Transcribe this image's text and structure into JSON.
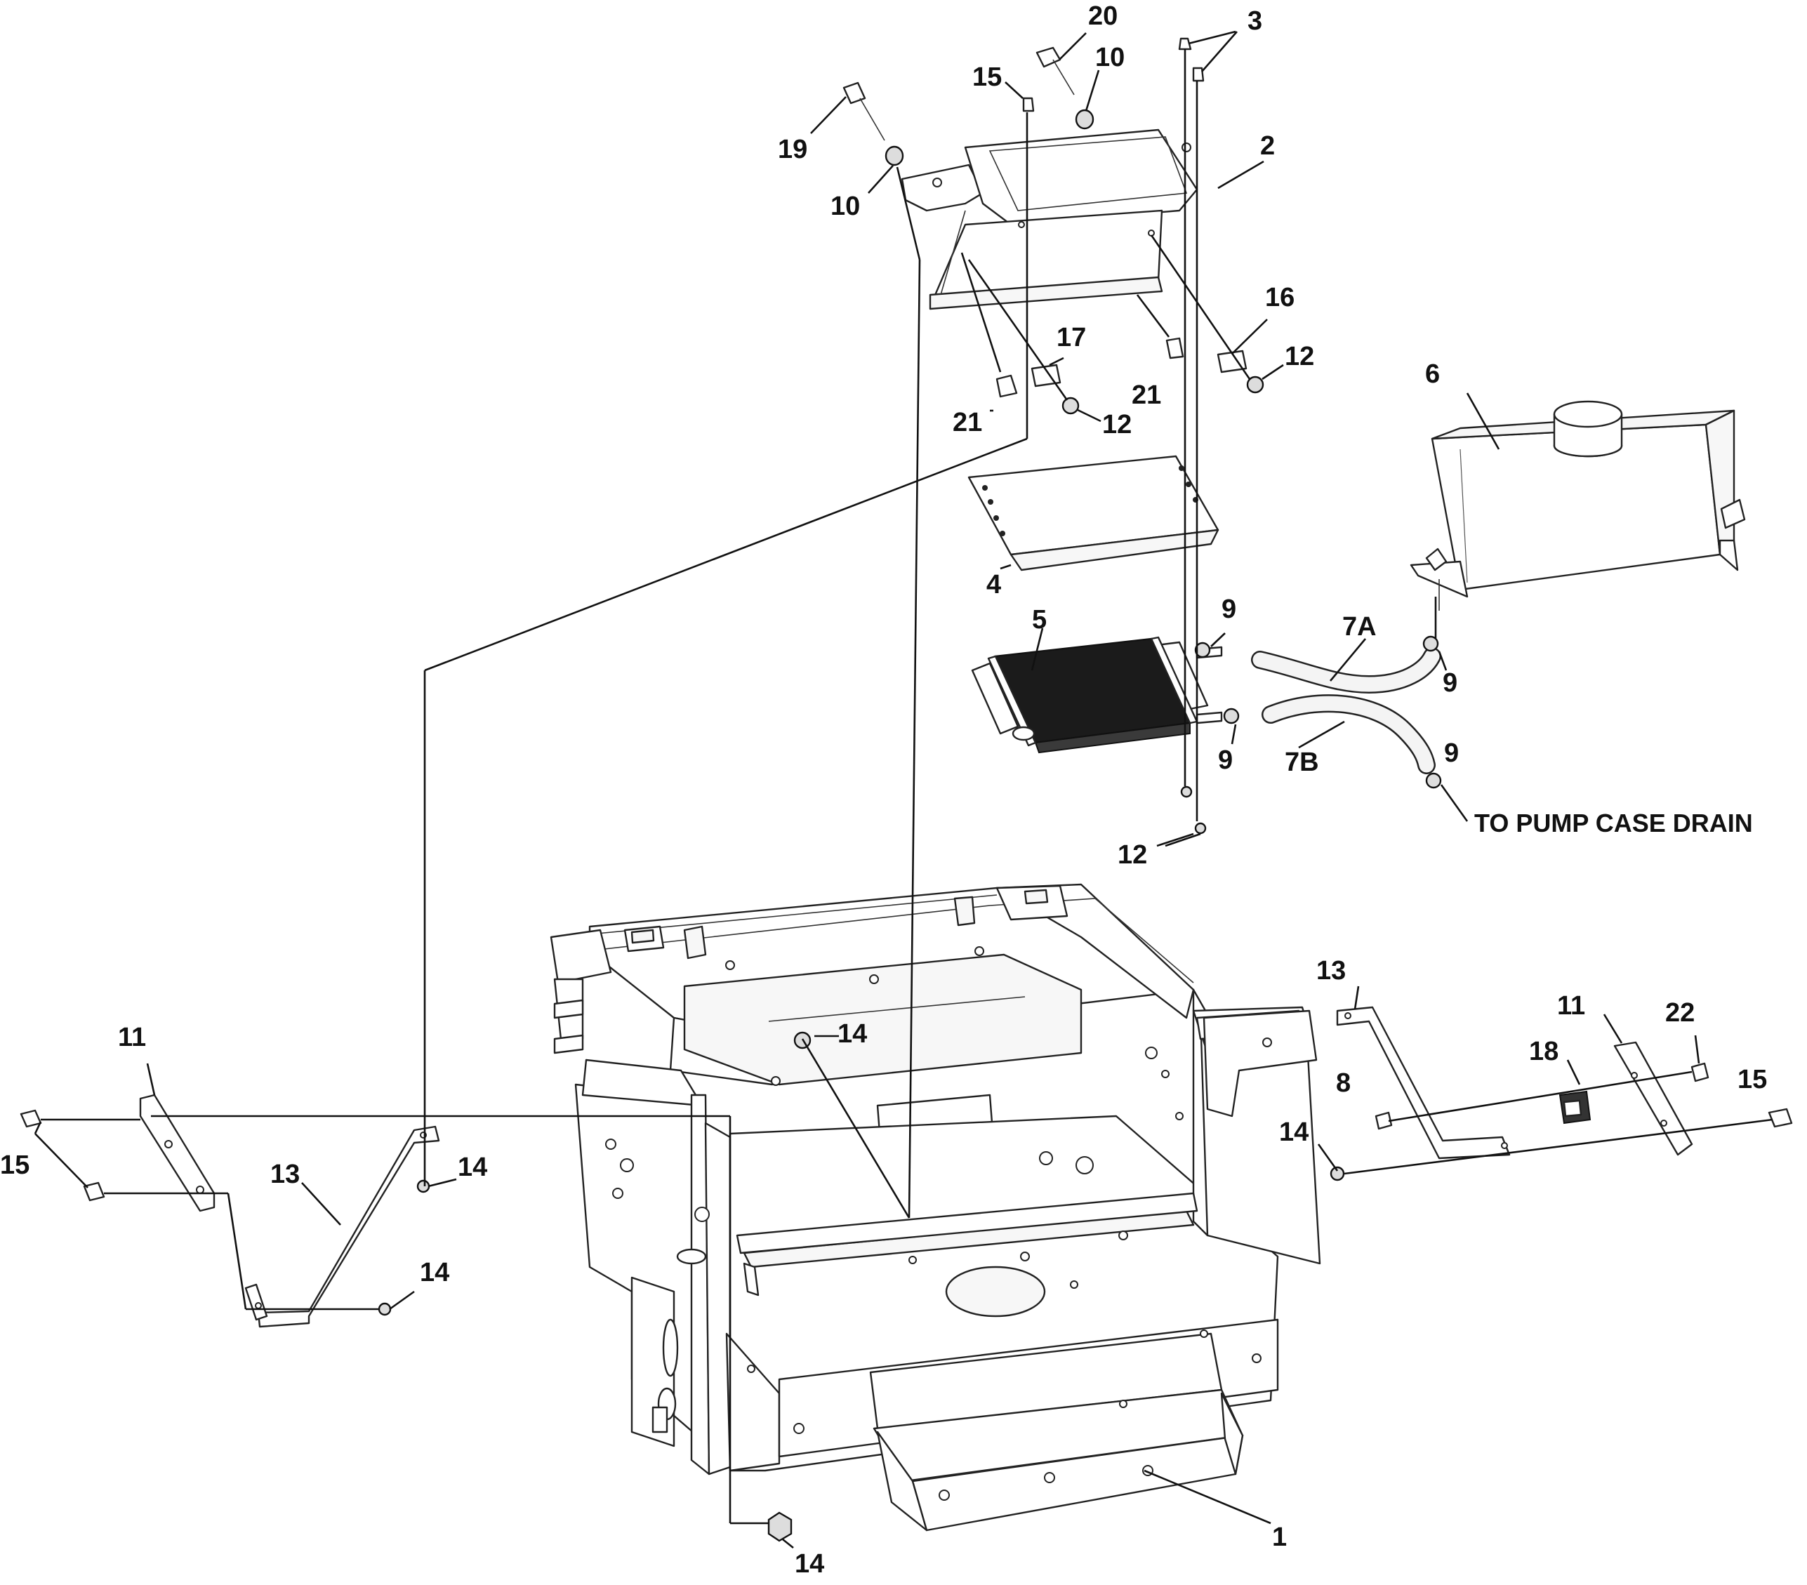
{
  "callouts": [
    {
      "id": "c20",
      "text": "20"
    },
    {
      "id": "c3",
      "text": "3"
    },
    {
      "id": "c10a",
      "text": "10"
    },
    {
      "id": "c15a",
      "text": "15"
    },
    {
      "id": "c2",
      "text": "2"
    },
    {
      "id": "c19",
      "text": "19"
    },
    {
      "id": "c10b",
      "text": "10"
    },
    {
      "id": "c16",
      "text": "16"
    },
    {
      "id": "c17",
      "text": "17"
    },
    {
      "id": "c12a",
      "text": "12"
    },
    {
      "id": "c21a",
      "text": "21"
    },
    {
      "id": "c21b",
      "text": "21"
    },
    {
      "id": "c12b",
      "text": "12"
    },
    {
      "id": "c6",
      "text": "6"
    },
    {
      "id": "c4",
      "text": "4"
    },
    {
      "id": "c5",
      "text": "5"
    },
    {
      "id": "c9a",
      "text": "9"
    },
    {
      "id": "c7a",
      "text": "7A"
    },
    {
      "id": "c9b",
      "text": "9"
    },
    {
      "id": "c9c",
      "text": "9"
    },
    {
      "id": "c7b",
      "text": "7B"
    },
    {
      "id": "c9d",
      "text": "9"
    },
    {
      "id": "c12c",
      "text": "12"
    },
    {
      "id": "c13a",
      "text": "13"
    },
    {
      "id": "c11a",
      "text": "11"
    },
    {
      "id": "c22",
      "text": "22"
    },
    {
      "id": "c18",
      "text": "18"
    },
    {
      "id": "c8",
      "text": "8"
    },
    {
      "id": "c15b",
      "text": "15"
    },
    {
      "id": "c14a",
      "text": "14"
    },
    {
      "id": "c14b",
      "text": "14"
    },
    {
      "id": "c11b",
      "text": "11"
    },
    {
      "id": "c15c",
      "text": "15"
    },
    {
      "id": "c13b",
      "text": "13"
    },
    {
      "id": "c14c",
      "text": "14"
    },
    {
      "id": "c14d",
      "text": "14"
    },
    {
      "id": "c1",
      "text": "1"
    },
    {
      "id": "c14e",
      "text": "14"
    }
  ],
  "note": "TO PUMP CASE DRAIN"
}
